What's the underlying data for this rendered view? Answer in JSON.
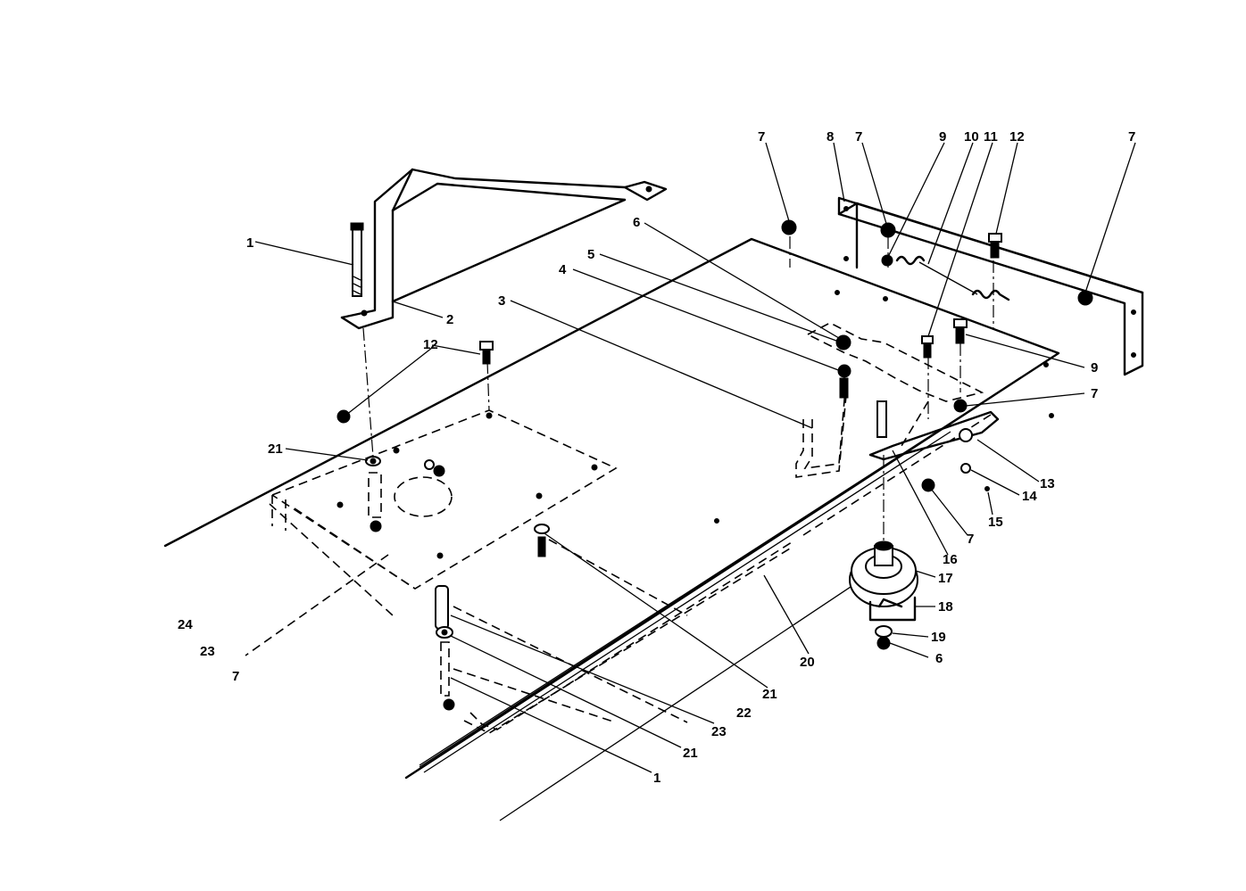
{
  "callouts": {
    "c1_top": "1",
    "c2": "2",
    "c3": "3",
    "c4": "4",
    "c5": "5",
    "c6_top": "6",
    "c7_a": "7",
    "c8": "8",
    "c7_b": "7",
    "c9_top": "9",
    "c10": "10",
    "c11": "11",
    "c12_top": "12",
    "c7_c": "7",
    "c12_left": "12",
    "c21_left": "21",
    "c9_right": "9",
    "c7_right": "7",
    "c13": "13",
    "c14": "14",
    "c15": "15",
    "c7_mid": "7",
    "c16": "16",
    "c17": "17",
    "c18": "18",
    "c19": "19",
    "c6_bottom": "6",
    "c20": "20",
    "c21_mid": "21",
    "c22": "22",
    "c23_bottom": "23",
    "c21_bottom": "21",
    "c1_bottom": "1",
    "c24": "24",
    "c23_left": "23",
    "c7_left": "7"
  }
}
